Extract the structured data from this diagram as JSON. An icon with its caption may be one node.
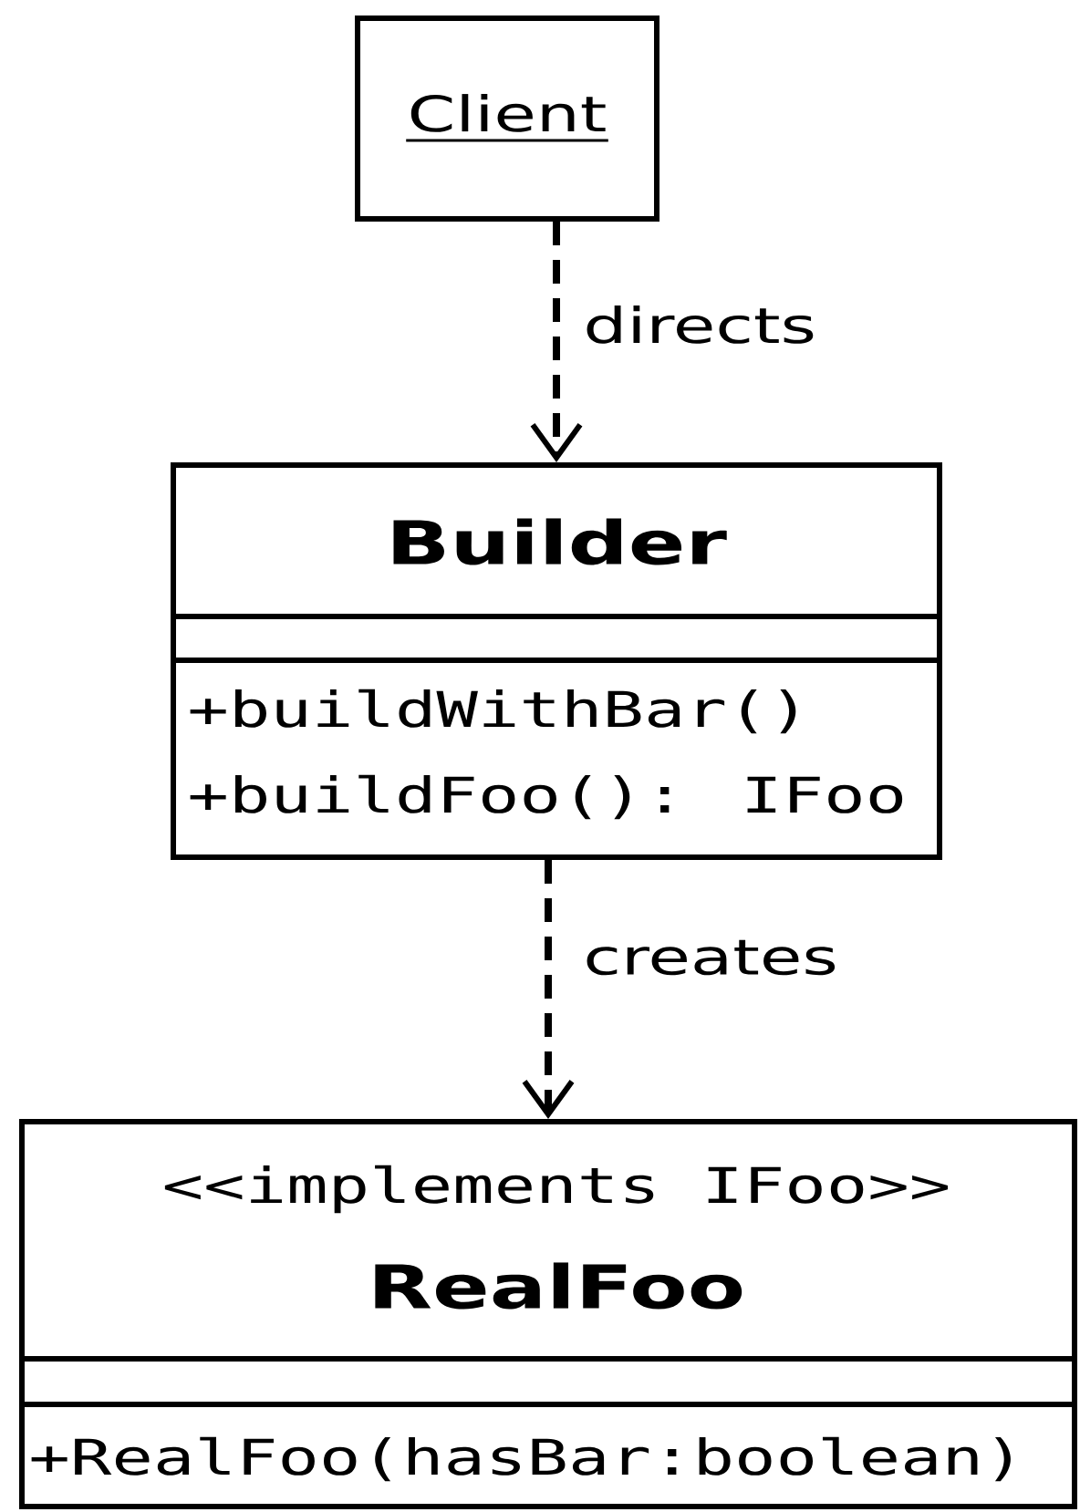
{
  "diagram": {
    "nodes": [
      {
        "text": [
          "Client"
        ]
      },
      {
        "text": [
          "Builder",
          "+buildWithBar()",
          "+buildFoo(): IFoo"
        ]
      },
      {
        "text": [
          "<<implements IFoo>>",
          "RealFoo",
          "+RealFoo(hasBar:boolean)"
        ]
      }
    ],
    "edges": [
      {
        "from": 0,
        "to": 1,
        "arrow": "to",
        "label": "directs",
        "style": "dashed"
      },
      {
        "from": 1,
        "to": 2,
        "arrow": "to",
        "label": "creates",
        "style": "dashed"
      }
    ]
  }
}
